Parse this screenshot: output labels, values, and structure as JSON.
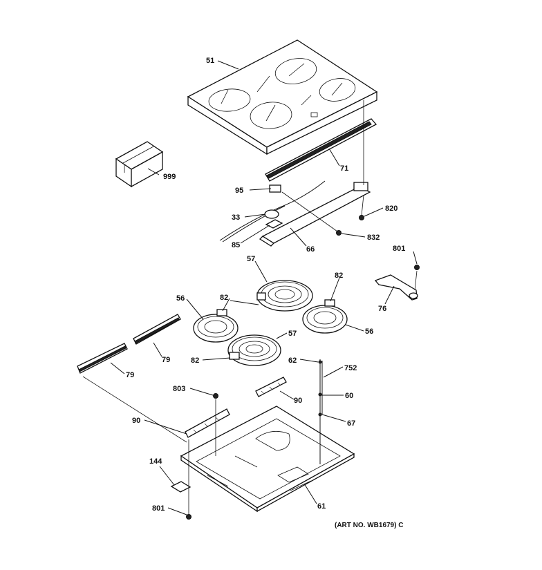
{
  "diagram": {
    "labels": [
      {
        "id": "cooktop-glass",
        "text": "51"
      },
      {
        "id": "shipping-box",
        "text": "999"
      },
      {
        "id": "rear-bracket",
        "text": "71"
      },
      {
        "id": "terminal-block",
        "text": "95"
      },
      {
        "id": "screw-820",
        "text": "820"
      },
      {
        "id": "limiter",
        "text": "33"
      },
      {
        "id": "screw-832",
        "text": "832"
      },
      {
        "id": "clip-85",
        "text": "85"
      },
      {
        "id": "wire-harness",
        "text": "66"
      },
      {
        "id": "screw-801-right",
        "text": "801"
      },
      {
        "id": "burner-57-rear",
        "text": "57"
      },
      {
        "id": "bracket-82-right",
        "text": "82"
      },
      {
        "id": "cover-76",
        "text": "76"
      },
      {
        "id": "burner-56-left",
        "text": "56"
      },
      {
        "id": "bracket-82-left",
        "text": "82"
      },
      {
        "id": "burner-56-right",
        "text": "56"
      },
      {
        "id": "burner-57-front",
        "text": "57"
      },
      {
        "id": "trim-79-upper",
        "text": "79"
      },
      {
        "id": "bracket-82-front",
        "text": "82"
      },
      {
        "id": "wire-62",
        "text": "62"
      },
      {
        "id": "wire-752",
        "text": "752"
      },
      {
        "id": "trim-79-lower",
        "text": "79"
      },
      {
        "id": "screw-803",
        "text": "803"
      },
      {
        "id": "channel-90-right",
        "text": "90"
      },
      {
        "id": "wire-60",
        "text": "60"
      },
      {
        "id": "channel-90-left",
        "text": "90"
      },
      {
        "id": "wire-67",
        "text": "67"
      },
      {
        "id": "clip-144",
        "text": "144"
      },
      {
        "id": "burner-box",
        "text": "61"
      },
      {
        "id": "screw-801-bottom",
        "text": "801"
      }
    ],
    "art_number": "(ART NO. WB1679) C"
  }
}
